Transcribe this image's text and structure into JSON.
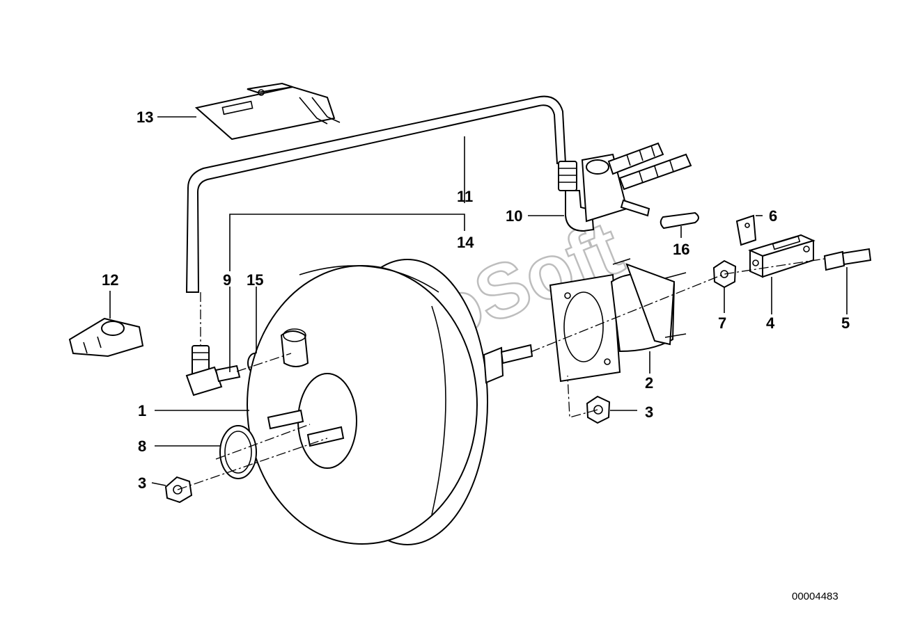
{
  "diagram": {
    "watermark": "AutoSoft",
    "reference_number": "00004483",
    "callouts": {
      "c1": "1",
      "c2": "2",
      "c3a": "3",
      "c3b": "3",
      "c4": "4",
      "c5": "5",
      "c6": "6",
      "c7": "7",
      "c8": "8",
      "c9": "9",
      "c10": "10",
      "c11": "11",
      "c12": "12",
      "c13": "13",
      "c14": "14",
      "c15": "15",
      "c16": "16"
    }
  }
}
